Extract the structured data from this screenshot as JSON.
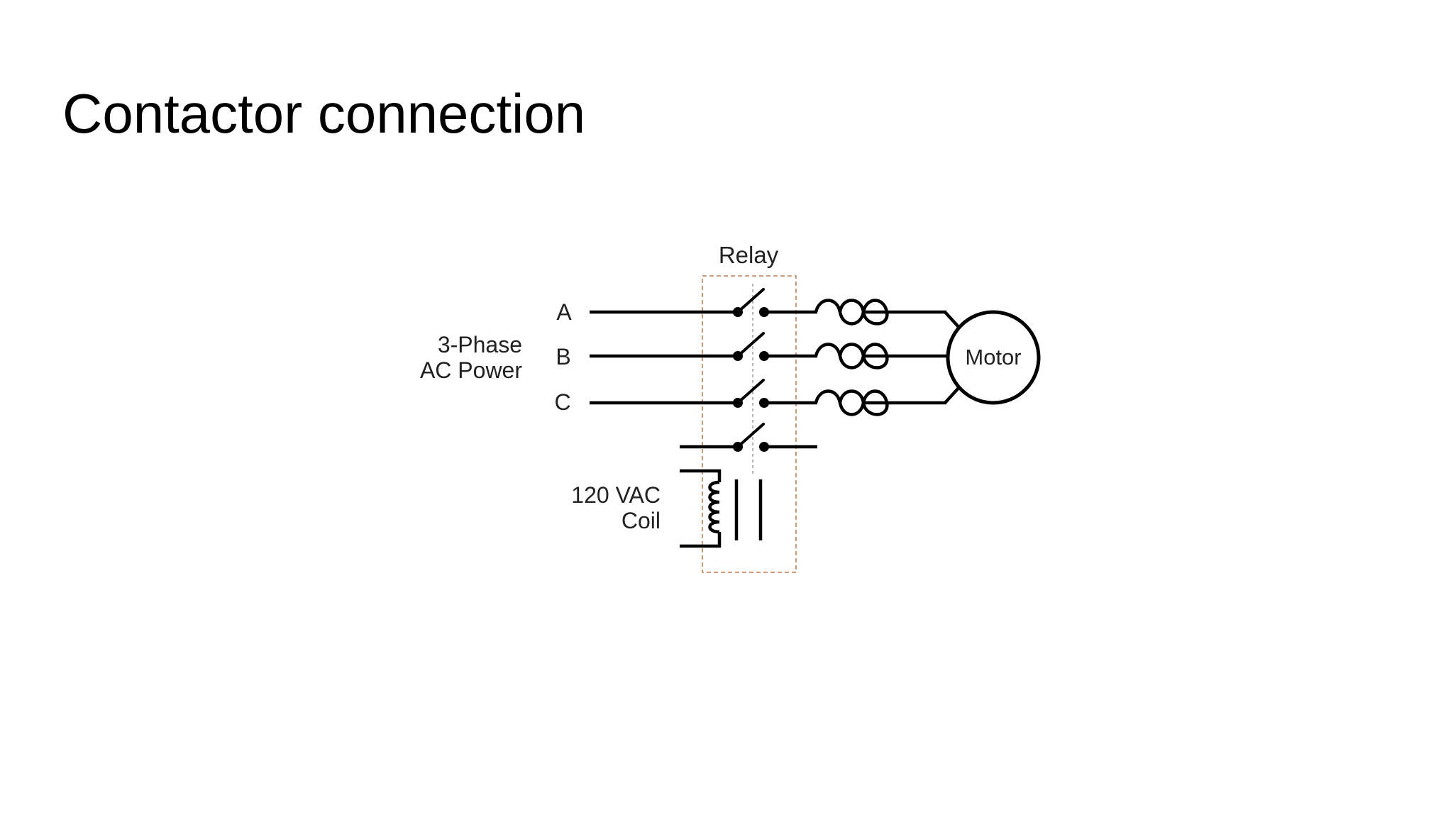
{
  "slide": {
    "title": "Contactor connection"
  },
  "diagram": {
    "relay_label": "Relay",
    "power_label_line1": "3-Phase",
    "power_label_line2": "AC Power",
    "phases": [
      "A",
      "B",
      "C"
    ],
    "coil_label_line1": "120 VAC",
    "coil_label_line2": "Coil",
    "motor_label": "Motor"
  }
}
